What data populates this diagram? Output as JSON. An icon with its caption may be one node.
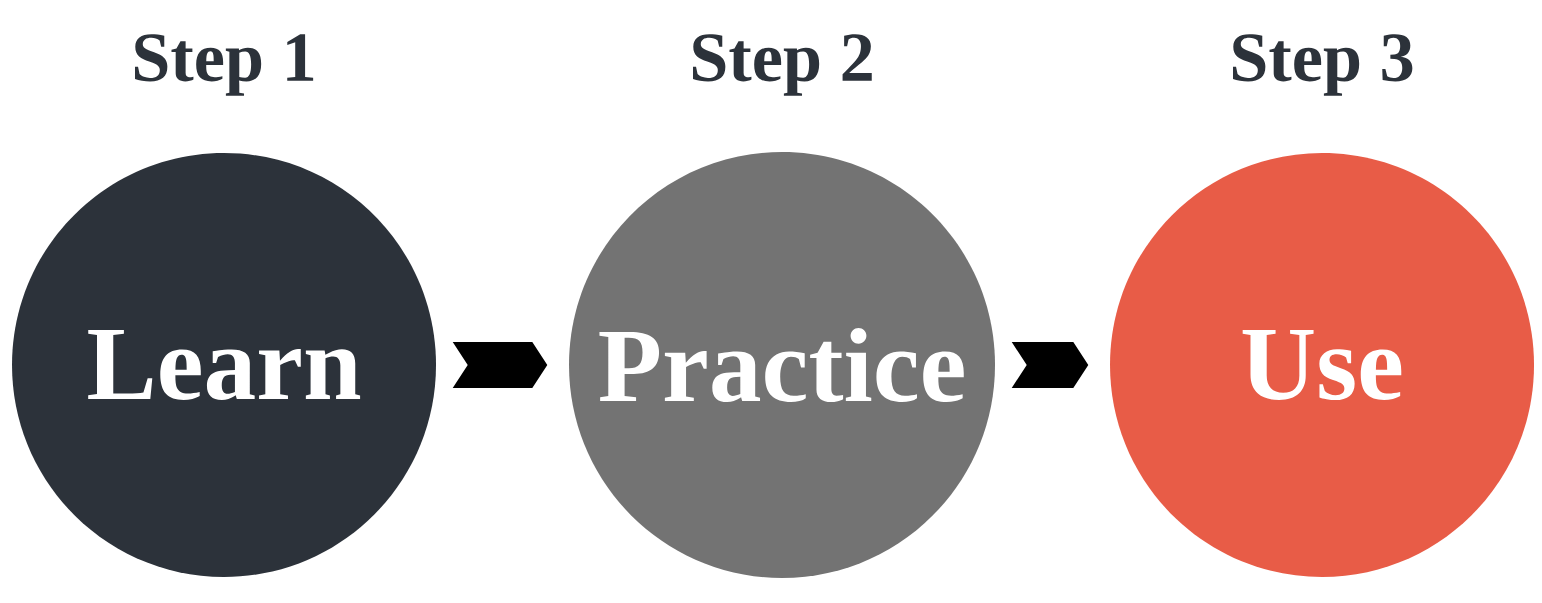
{
  "diagram": {
    "nodes": [
      {
        "text": [
          "Step 1",
          "Learn"
        ]
      },
      {
        "text": [
          "Step 2",
          "Practice"
        ]
      },
      {
        "text": [
          "Step 3",
          "Use"
        ]
      }
    ],
    "edges": [
      {
        "from": 0,
        "to": 1,
        "arrow": "to"
      },
      {
        "from": 1,
        "to": 2,
        "arrow": "to"
      }
    ]
  }
}
